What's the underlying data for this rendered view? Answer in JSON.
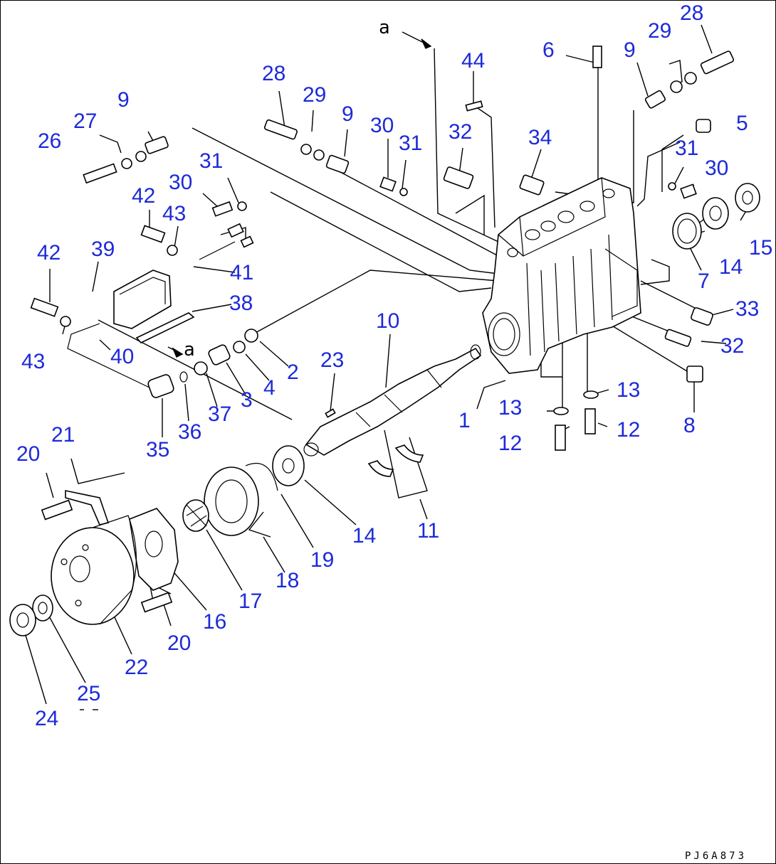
{
  "drawing_code": "PJ6A873",
  "view_mark": "a",
  "callouts": [
    {
      "id": "c-28a",
      "text": "28"
    },
    {
      "id": "c-29a",
      "text": "29"
    },
    {
      "id": "c-9a",
      "text": "9"
    },
    {
      "id": "c-6",
      "text": "6"
    },
    {
      "id": "c-9b",
      "text": "9"
    },
    {
      "id": "c-29b",
      "text": "29"
    },
    {
      "id": "c-28b",
      "text": "28"
    },
    {
      "id": "c-44",
      "text": "44"
    },
    {
      "id": "c-5",
      "text": "5"
    },
    {
      "id": "c-9c",
      "text": "9"
    },
    {
      "id": "c-27",
      "text": "27"
    },
    {
      "id": "c-26",
      "text": "26"
    },
    {
      "id": "c-30a",
      "text": "30"
    },
    {
      "id": "c-31a",
      "text": "31"
    },
    {
      "id": "c-32a",
      "text": "32"
    },
    {
      "id": "c-34",
      "text": "34"
    },
    {
      "id": "c-31b",
      "text": "31"
    },
    {
      "id": "c-30b",
      "text": "30"
    },
    {
      "id": "c-31c",
      "text": "31"
    },
    {
      "id": "c-30c",
      "text": "30"
    },
    {
      "id": "c-42a",
      "text": "42"
    },
    {
      "id": "c-43a",
      "text": "43"
    },
    {
      "id": "c-15",
      "text": "15"
    },
    {
      "id": "c-14a",
      "text": "14"
    },
    {
      "id": "c-7",
      "text": "7"
    },
    {
      "id": "c-42b",
      "text": "42"
    },
    {
      "id": "c-39",
      "text": "39"
    },
    {
      "id": "c-41",
      "text": "41"
    },
    {
      "id": "c-38",
      "text": "38"
    },
    {
      "id": "c-33",
      "text": "33"
    },
    {
      "id": "c-10",
      "text": "10"
    },
    {
      "id": "c-32b",
      "text": "32"
    },
    {
      "id": "c-43b",
      "text": "43"
    },
    {
      "id": "c-40",
      "text": "40"
    },
    {
      "id": "c-2",
      "text": "2"
    },
    {
      "id": "c-4",
      "text": "4"
    },
    {
      "id": "c-23",
      "text": "23"
    },
    {
      "id": "c-3",
      "text": "3"
    },
    {
      "id": "c-37",
      "text": "37"
    },
    {
      "id": "c-36",
      "text": "36"
    },
    {
      "id": "c-35",
      "text": "35"
    },
    {
      "id": "c-1",
      "text": "1"
    },
    {
      "id": "c-13a",
      "text": "13"
    },
    {
      "id": "c-13b",
      "text": "13"
    },
    {
      "id": "c-12a",
      "text": "12"
    },
    {
      "id": "c-12b",
      "text": "12"
    },
    {
      "id": "c-8",
      "text": "8"
    },
    {
      "id": "c-21",
      "text": "21"
    },
    {
      "id": "c-20a",
      "text": "20"
    },
    {
      "id": "c-14b",
      "text": "14"
    },
    {
      "id": "c-11",
      "text": "11"
    },
    {
      "id": "c-19",
      "text": "19"
    },
    {
      "id": "c-18",
      "text": "18"
    },
    {
      "id": "c-17",
      "text": "17"
    },
    {
      "id": "c-16",
      "text": "16"
    },
    {
      "id": "c-20b",
      "text": "20"
    },
    {
      "id": "c-22",
      "text": "22"
    },
    {
      "id": "c-25",
      "text": "25"
    },
    {
      "id": "c-24",
      "text": "24"
    }
  ]
}
